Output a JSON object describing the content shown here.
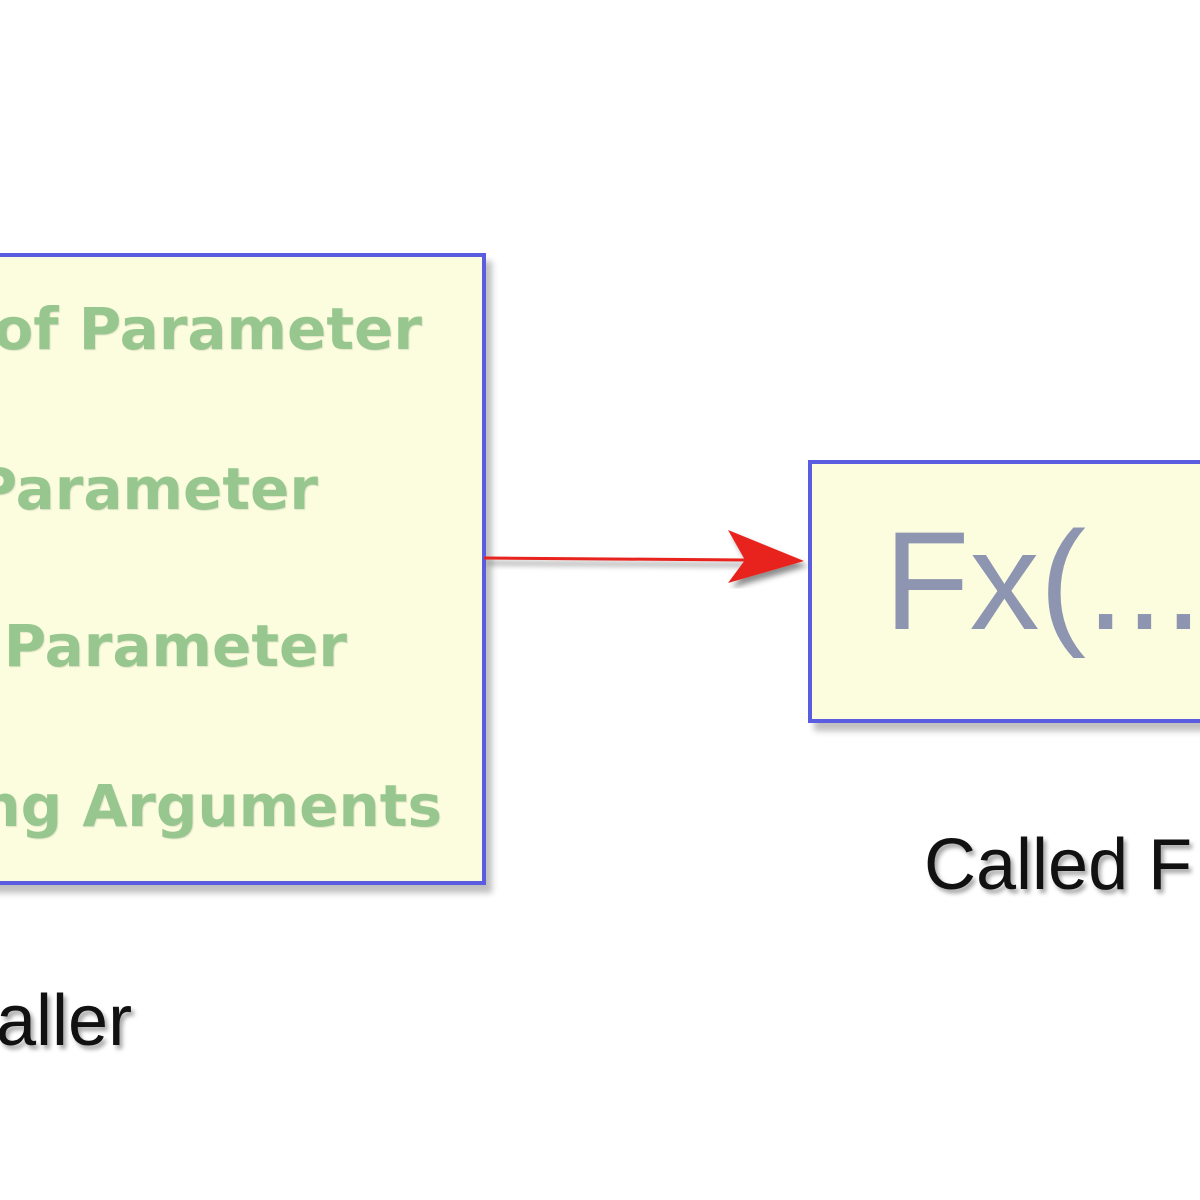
{
  "caller": {
    "lines": [
      "of Parameter",
      "Parameter",
      "Parameter",
      "ng Arguments"
    ],
    "label": "aller"
  },
  "callee": {
    "function_text": "Fx(...",
    "label": "Called F"
  },
  "colors": {
    "box_border": "#5b5de0",
    "box_fill": "#fcfddf",
    "param_text": "#97c78f",
    "arrow": "#e8201e"
  }
}
